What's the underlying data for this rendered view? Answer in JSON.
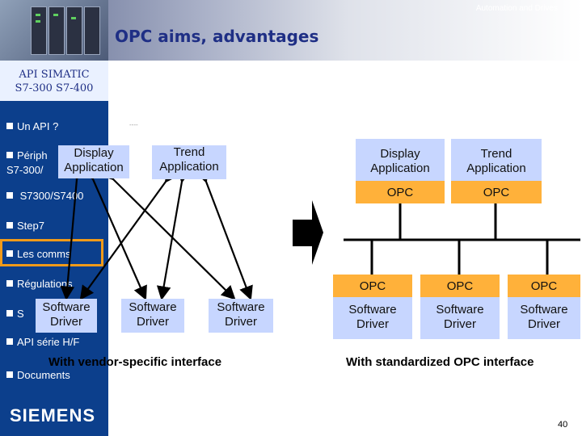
{
  "header": {
    "brand": "Automation and Drives",
    "title": "OPC aims, advantages"
  },
  "sidebar": {
    "heading_line1": "API SIMATIC",
    "heading_line2": "S7-300  S7-400",
    "items": [
      {
        "label": "Un API ?"
      },
      {
        "label": "Périph"
      },
      {
        "label": "S7-300/"
      },
      {
        "label": " S7300/S7400"
      },
      {
        "label": "Step7"
      },
      {
        "label": "Les comms"
      },
      {
        "label": "Régulations"
      },
      {
        "label": "S"
      },
      {
        "label": "API série H/F"
      },
      {
        "label": "Documents"
      }
    ],
    "logo": "SIEMENS"
  },
  "left_diagram": {
    "apps": [
      {
        "label": "Display\nApplication"
      },
      {
        "label": "Trend\nApplication"
      }
    ],
    "drivers": [
      {
        "label": "Software\nDriver"
      },
      {
        "label": "Software\nDriver"
      },
      {
        "label": "Software\nDriver"
      }
    ],
    "caption": "With vendor-specific interface"
  },
  "right_diagram": {
    "apps": [
      {
        "label": "Display\nApplication",
        "opc": "OPC"
      },
      {
        "label": "Trend\nApplication",
        "opc": "OPC"
      }
    ],
    "drivers": [
      {
        "opc": "OPC",
        "label": "Software\nDriver"
      },
      {
        "opc": "OPC",
        "label": "Software\nDriver"
      },
      {
        "opc": "OPC",
        "label": "Software\nDriver"
      }
    ],
    "caption": "With standardized OPC interface"
  },
  "footer": {
    "page": "40"
  },
  "colors": {
    "accent": "#0c3f8c",
    "app_box": "#c7d6ff",
    "opc_box": "#ffb13a",
    "title": "#1f2f85",
    "highlight": "#f09a1a"
  }
}
